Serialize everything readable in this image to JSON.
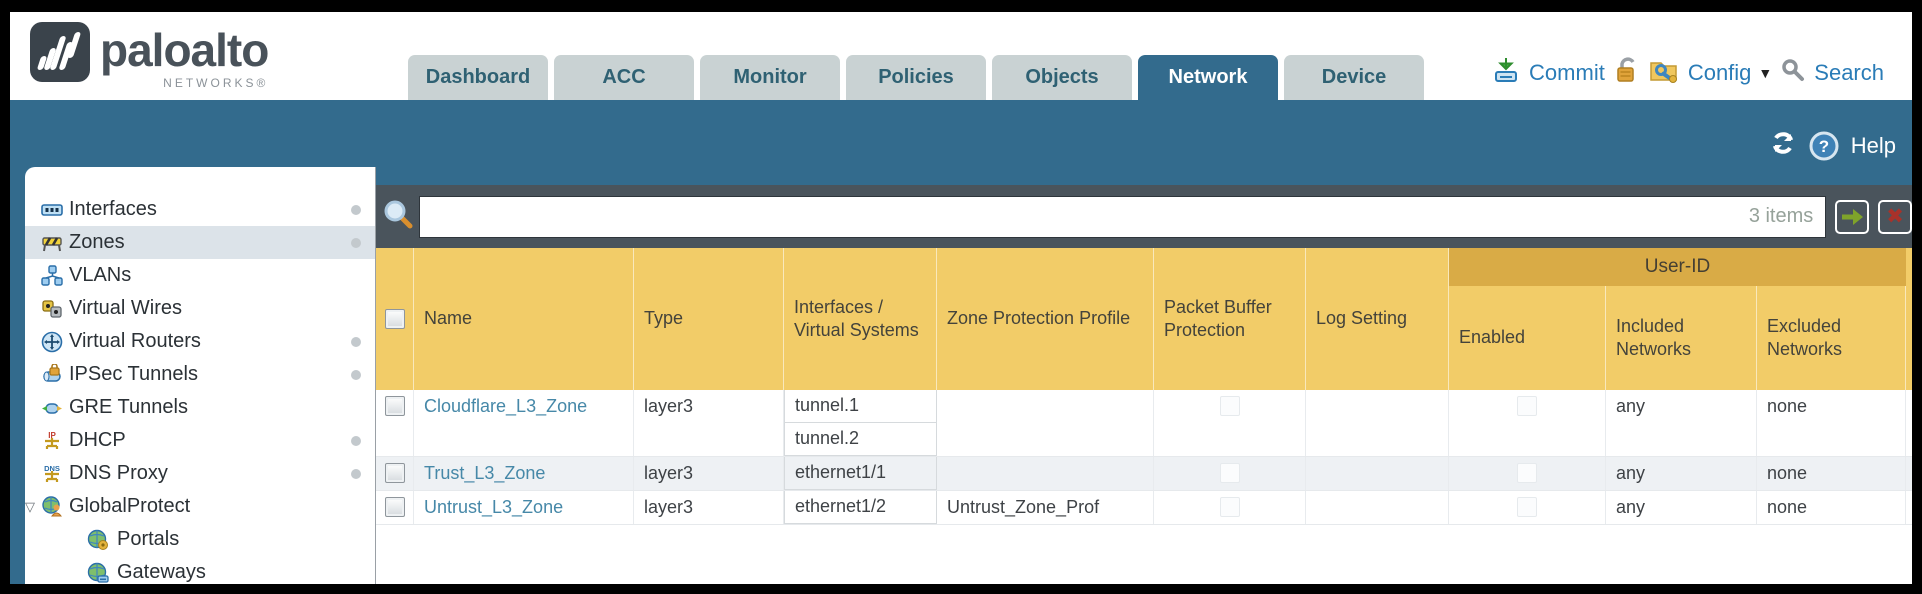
{
  "header": {
    "logo": {
      "brand": "paloalto",
      "sub": "NETWORKS®"
    },
    "tabs": [
      {
        "label": "Dashboard",
        "active": false
      },
      {
        "label": "ACC",
        "active": false
      },
      {
        "label": "Monitor",
        "active": false
      },
      {
        "label": "Policies",
        "active": false
      },
      {
        "label": "Objects",
        "active": false
      },
      {
        "label": "Network",
        "active": true
      },
      {
        "label": "Device",
        "active": false
      }
    ],
    "utils": {
      "commit": "Commit",
      "config": "Config",
      "search": "Search"
    }
  },
  "band": {
    "help": "Help"
  },
  "sidebar": {
    "items": [
      {
        "label": "Interfaces",
        "icon": "interfaces-icon",
        "selected": false,
        "dot": true,
        "child": false,
        "expander": false
      },
      {
        "label": "Zones",
        "icon": "zones-icon",
        "selected": true,
        "dot": true,
        "child": false,
        "expander": false
      },
      {
        "label": "VLANs",
        "icon": "vlans-icon",
        "selected": false,
        "dot": false,
        "child": false,
        "expander": false
      },
      {
        "label": "Virtual Wires",
        "icon": "virtual-wires-icon",
        "selected": false,
        "dot": false,
        "child": false,
        "expander": false
      },
      {
        "label": "Virtual Routers",
        "icon": "virtual-routers-icon",
        "selected": false,
        "dot": true,
        "child": false,
        "expander": false
      },
      {
        "label": "IPSec Tunnels",
        "icon": "ipsec-tunnels-icon",
        "selected": false,
        "dot": true,
        "child": false,
        "expander": false
      },
      {
        "label": "GRE Tunnels",
        "icon": "gre-tunnels-icon",
        "selected": false,
        "dot": false,
        "child": false,
        "expander": false
      },
      {
        "label": "DHCP",
        "icon": "dhcp-icon",
        "selected": false,
        "dot": true,
        "child": false,
        "expander": false
      },
      {
        "label": "DNS Proxy",
        "icon": "dns-proxy-icon",
        "selected": false,
        "dot": true,
        "child": false,
        "expander": false
      },
      {
        "label": "GlobalProtect",
        "icon": "globalprotect-icon",
        "selected": false,
        "dot": false,
        "child": false,
        "expander": true
      },
      {
        "label": "Portals",
        "icon": "portals-icon",
        "selected": false,
        "dot": false,
        "child": true,
        "expander": false
      },
      {
        "label": "Gateways",
        "icon": "gateways-icon",
        "selected": false,
        "dot": false,
        "child": true,
        "expander": false
      }
    ]
  },
  "filterbar": {
    "value": "",
    "count": "3 items"
  },
  "table": {
    "group_header": "User-ID",
    "columns": [
      "Name",
      "Type",
      "Interfaces / Virtual Systems",
      "Zone Protection Profile",
      "Packet Buffer Protection",
      "Log Setting",
      "Enabled",
      "Included Networks",
      "Excluded Networks"
    ],
    "rows": [
      {
        "name": "Cloudflare_L3_Zone",
        "type": "layer3",
        "interfaces": [
          "tunnel.1",
          "tunnel.2"
        ],
        "zone_protection_profile": "",
        "packet_buffer_protection": false,
        "log_setting": "",
        "enabled": false,
        "included_networks": "any",
        "excluded_networks": "none"
      },
      {
        "name": "Trust_L3_Zone",
        "type": "layer3",
        "interfaces": [
          "ethernet1/1"
        ],
        "zone_protection_profile": "",
        "packet_buffer_protection": false,
        "log_setting": "",
        "enabled": false,
        "included_networks": "any",
        "excluded_networks": "none"
      },
      {
        "name": "Untrust_L3_Zone",
        "type": "layer3",
        "interfaces": [
          "ethernet1/2"
        ],
        "zone_protection_profile": "Untrust_Zone_Prof",
        "packet_buffer_protection": false,
        "log_setting": "",
        "enabled": false,
        "included_networks": "any",
        "excluded_networks": "none"
      }
    ]
  },
  "colors": {
    "teal": "#336b8d",
    "tab_inactive": "#c9d2d3",
    "slate": "#4a545c",
    "header_gold": "#f2cc68",
    "userid_gold": "#d9ab46",
    "link": "#4688a8",
    "commit_blue": "#2a7cb7",
    "arrow_green": "#7fa32a",
    "x_red": "#a8322a"
  }
}
